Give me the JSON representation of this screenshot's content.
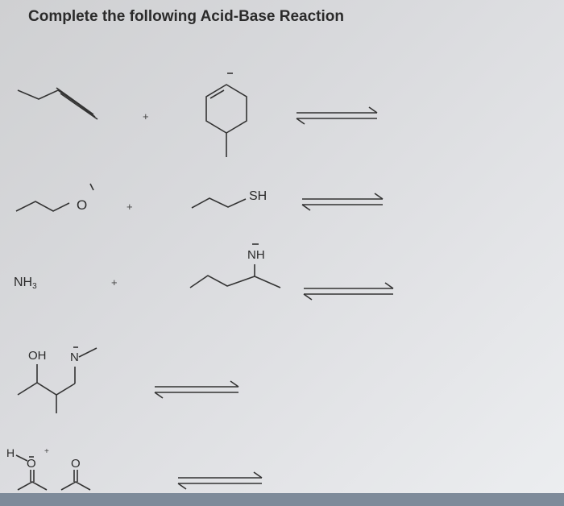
{
  "title": "Complete the following Acid-Base Reaction",
  "reactions": [
    {
      "plus": "+",
      "labels": {}
    },
    {
      "plus": "+",
      "labels": {
        "acid_label": "SH",
        "base_label": "O"
      }
    },
    {
      "plus": "+",
      "labels": {
        "reactant_left": "NH",
        "reactant_left_sub": "3",
        "right_label": "NH"
      }
    },
    {
      "plus": "",
      "labels": {
        "oh": "OH",
        "n": "N"
      }
    },
    {
      "plus": "+",
      "labels": {
        "h": "H",
        "o1": "O",
        "o2": "O"
      }
    }
  ]
}
